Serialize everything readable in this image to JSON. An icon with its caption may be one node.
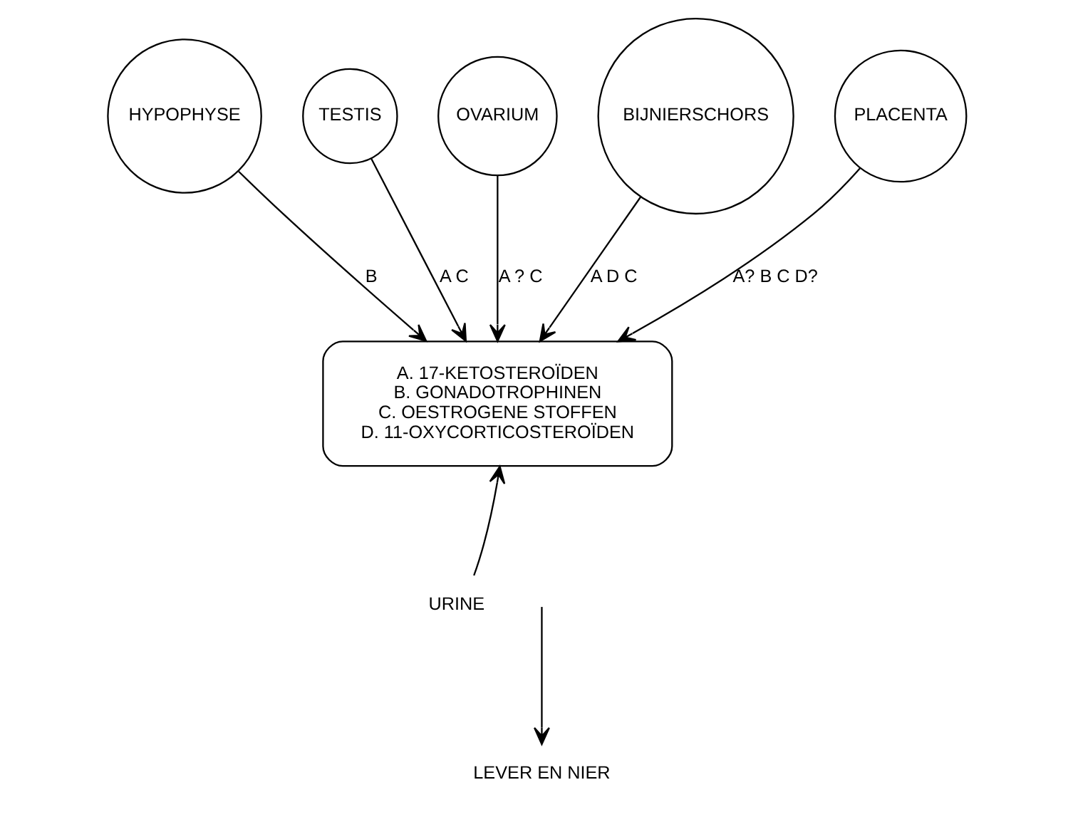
{
  "diagram": {
    "nodes": [
      {
        "text": [
          "HYPOPHYSE"
        ]
      },
      {
        "text": [
          "TESTIS"
        ]
      },
      {
        "text": [
          "OVARIUM"
        ]
      },
      {
        "text": [
          "BIJNIERSCHORS"
        ]
      },
      {
        "text": [
          "PLACENTA"
        ]
      },
      {
        "text": [
          "A. 17-KETOSTEROÏDEN",
          "B. GONADOTROPHINEN",
          "C. OESTROGENE STOFFEN",
          "D. 11-OXYCORTICOSTEROÏDEN"
        ]
      },
      {
        "text": [
          "URINE"
        ]
      },
      {
        "text": [
          "LEVER EN NIER"
        ]
      }
    ],
    "edges": [
      {
        "from": 0,
        "to": 5,
        "arrow": "to",
        "label": "B"
      },
      {
        "from": 1,
        "to": 5,
        "arrow": "to",
        "label": "A C"
      },
      {
        "from": 2,
        "to": 5,
        "arrow": "to",
        "label": "A ? C"
      },
      {
        "from": 3,
        "to": 5,
        "arrow": "to",
        "label": "A D C"
      },
      {
        "from": 4,
        "to": 5,
        "arrow": "to",
        "label": "A? B C D?"
      },
      {
        "from": 6,
        "to": 5,
        "arrow": "to"
      },
      {
        "from": null,
        "to": 7,
        "arrow": "to"
      }
    ]
  }
}
